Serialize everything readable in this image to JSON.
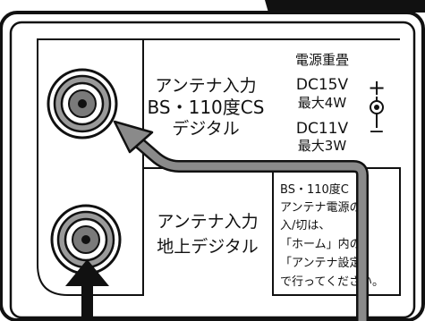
{
  "panel": {
    "upper_port_label": [
      "アンテナ入力",
      "BS・110度CS",
      "デジタル"
    ],
    "lower_port_label": [
      "アンテナ入力",
      "地上デジタル"
    ],
    "power_spec": [
      "電源重畳",
      "DC15V",
      "最大4W",
      "DC11V",
      "最大3W"
    ],
    "polarity": {
      "plus": "+",
      "minus": "−"
    },
    "note_lines": [
      "BS・110度C",
      "アンテナ電源の",
      "入/切は、",
      "「ホーム」内の",
      "「アンテナ設定」",
      "で行ってください。"
    ]
  },
  "colors": {
    "panel_fill": "#ffffff",
    "outline": "#111111",
    "arrow_fill": "#8a8a8a",
    "arrow_stroke": "#111111"
  }
}
